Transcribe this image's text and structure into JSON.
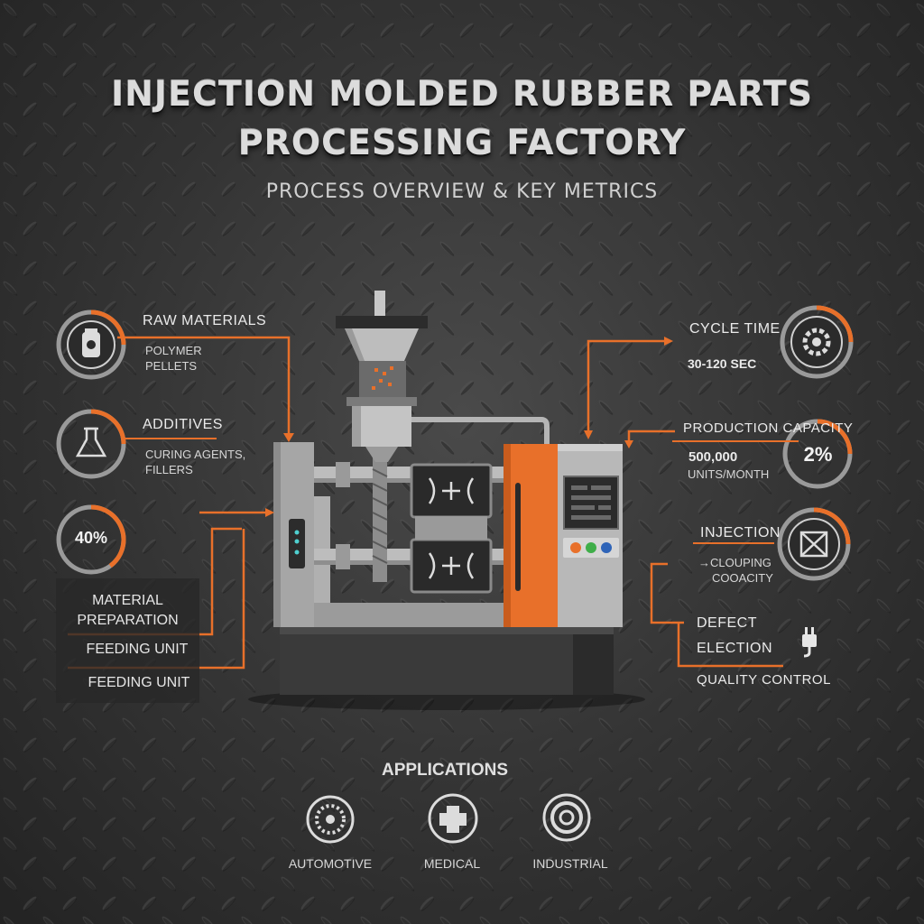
{
  "header": {
    "title_line1": "INJECTION MOLDED RUBBER PARTS",
    "title_line2": "PROCESSING FACTORY",
    "subtitle": "PROCESS OVERVIEW & KEY METRICS"
  },
  "left": {
    "raw_materials": {
      "title": "RAW MATERIALS",
      "line1": "POLYMER",
      "line2": "PELLETS"
    },
    "additives": {
      "title": "ADDITIVES",
      "line1": "CURING AGENTS,",
      "line2": "FILLERS"
    },
    "gauge": {
      "label": "40%",
      "value": 40
    },
    "panel": {
      "line1": "MATERIAL",
      "line2": "PREPARATION",
      "item1": "FEEDING UNIT",
      "item2": "FEEDING UNIT"
    }
  },
  "right": {
    "cycle": {
      "title": "CYCLE TIME",
      "value": "30-120 SEC"
    },
    "capacity": {
      "title": "PRODUCTION CAPACITY",
      "value1": "500,000",
      "value2": "UNITS/MONTH",
      "gauge_label": "2%"
    },
    "injection": {
      "title": "INJECTION",
      "line1": "CLOUPING",
      "line2": "COOACITY"
    },
    "defect": {
      "line1": "DEFECT",
      "line2": "ELECTION",
      "footer": "QUALITY CONTROL"
    }
  },
  "applications": {
    "title": "APPLICATIONS",
    "items": [
      {
        "label": "AUTOMOTIVE",
        "icon": "wheel-icon"
      },
      {
        "label": "MEDICAL",
        "icon": "medical-cross-icon"
      },
      {
        "label": "INDUSTRIAL",
        "icon": "target-ring-icon"
      }
    ]
  },
  "colors": {
    "accent": "#e8702a",
    "machine_gray": "#a9a9a9",
    "machine_dark": "#3a3a3a",
    "background": "#333333"
  }
}
